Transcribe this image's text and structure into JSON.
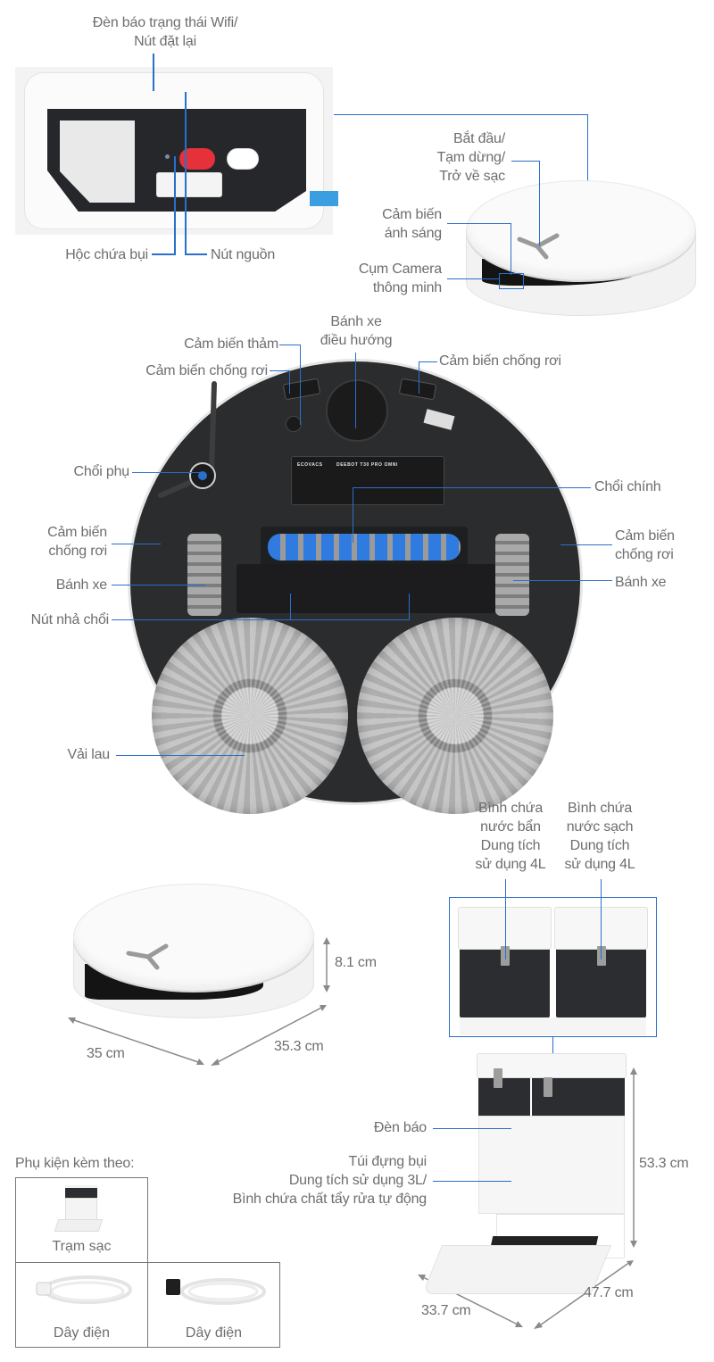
{
  "section_top": {
    "wifi_label": [
      "Đèn báo trạng thái Wifi/",
      "Nút đặt lại"
    ],
    "dustbin_label": "Hộc chứa bụi",
    "power_label": "Nút nguồn",
    "start_label": [
      "Bắt đầu/",
      "Tạm dừng/",
      "Trở về sạc"
    ],
    "light_sensor_label": [
      "Cảm biến",
      "ánh sáng"
    ],
    "camera_label": [
      "Cụm Camera",
      "thông minh"
    ]
  },
  "section_bottom": {
    "carpet_sensor_label": "Cảm biến thảm",
    "cliff_sensor_left_top": "Cảm biến chống rơi",
    "nav_wheel_label": [
      "Bánh xe",
      "điều hướng"
    ],
    "cliff_sensor_right_top": "Cảm biến chống rơi",
    "side_brush_label": "Chổi phụ",
    "main_brush_label": "Chổi chính",
    "cliff_sensor_left_side": [
      "Cảm biến",
      "chống rơi"
    ],
    "cliff_sensor_right_side": [
      "Cảm biến",
      "chống rơi"
    ],
    "wheel_left_label": "Bánh xe",
    "wheel_right_label": "Bánh xe",
    "brush_release_label": "Nút nhả chổi",
    "mop_label": "Vải lau",
    "plate_brand": "ECOVACS",
    "plate_model": "DEEBOT T30 PRO OMNI"
  },
  "robot_dimensions": {
    "height": "8.1 cm",
    "width": "35 cm",
    "depth": "35.3 cm"
  },
  "station": {
    "dirty_tank_label": [
      "Bình chứa",
      "nước bẩn",
      "Dung tích",
      "sử dụng 4L"
    ],
    "clean_tank_label": [
      "Bình chứa",
      "nước sạch",
      "Dung tích",
      "sử dụng 4L"
    ],
    "indicator_label": "Đèn báo",
    "dustbag_label": [
      "Túi đựng bụi",
      "Dung tích sử dụng 3L/",
      "Bình chứa chất tẩy rửa tự động"
    ],
    "height": "53.3 cm",
    "width": "33.7 cm",
    "depth": "47.7 cm"
  },
  "accessories": {
    "title": "Phụ kiện kèm theo:",
    "items": [
      {
        "label": "Trạm sạc",
        "icon": "charging-station-icon"
      },
      {
        "label": "Dây điện",
        "icon": "power-cord-eu-icon"
      },
      {
        "label": "Dây điện",
        "icon": "power-cord-uk-icon"
      }
    ]
  },
  "colors": {
    "leader_line": "#2a6fc9",
    "label_text": "#6d6e71",
    "power_button": "#e5323a",
    "dimension_line": "#8a8a8a"
  }
}
